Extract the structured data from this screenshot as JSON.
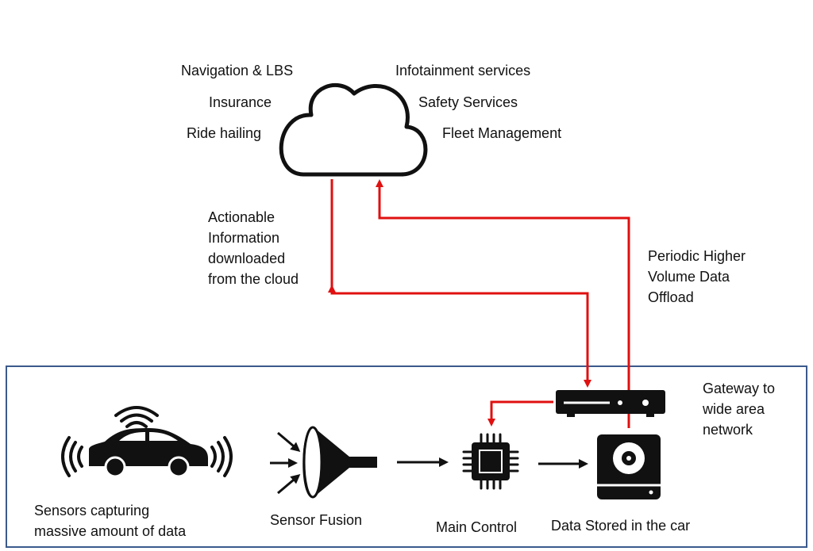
{
  "cloud_services": {
    "left": [
      "Navigation & LBS",
      "Insurance",
      "Ride hailing"
    ],
    "right": [
      "Infotainment services",
      "Safety Services",
      "Fleet Management"
    ]
  },
  "flows": {
    "download": [
      "Actionable",
      "Information",
      "downloaded",
      "from the cloud"
    ],
    "offload": [
      "Periodic Higher",
      "Volume Data",
      "Offload"
    ]
  },
  "car_system": {
    "gateway": [
      "Gateway to",
      "wide area",
      "network"
    ],
    "sensors": [
      "Sensors capturing",
      "massive amount of data"
    ],
    "sensor_fusion": "Sensor Fusion",
    "main_control": "Main Control",
    "data_stored": "Data Stored in the car"
  },
  "colors": {
    "flow_arrows": "#e01010",
    "car_boundary": "#3b5a8c",
    "icons": "#111111"
  }
}
